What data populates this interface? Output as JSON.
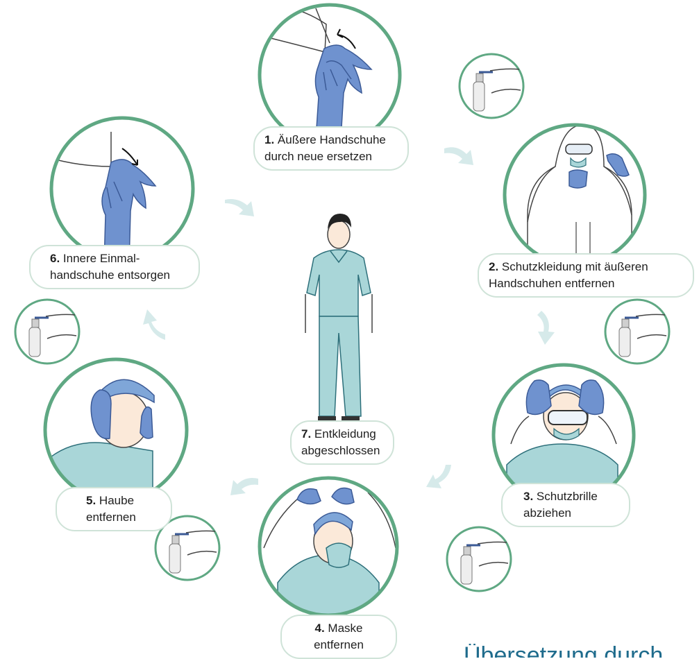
{
  "steps": [
    {
      "num": "1.",
      "text1": "Äußere Handschuhe",
      "text2": "durch neue ersetzen"
    },
    {
      "num": "2.",
      "text1": "Schutzkleidung mit äußeren",
      "text2": "Handschuhen entfernen"
    },
    {
      "num": "3.",
      "text1": "Schutzbrille",
      "text2": "abziehen"
    },
    {
      "num": "4.",
      "text1": "Maske",
      "text2": "entfernen"
    },
    {
      "num": "5.",
      "text1": "Haube",
      "text2": "entfernen"
    },
    {
      "num": "6.",
      "text1": "Innere Einmal-",
      "text2": "handschuhe entsorgen"
    },
    {
      "num": "7.",
      "text1": "Entkleidung",
      "text2": "abgeschlossen"
    }
  ],
  "footer_text": "Übersetzung durch",
  "colors": {
    "ring": "#5fa883",
    "glove": "#6f92cf",
    "scrub": "#a9d6d8",
    "cap": "#7fa6d8",
    "arrow": "#d6eaea",
    "label_border": "#cfe3d8"
  },
  "icons": [
    "hand-sanitizer-icon",
    "cycle-arrow-icon"
  ]
}
